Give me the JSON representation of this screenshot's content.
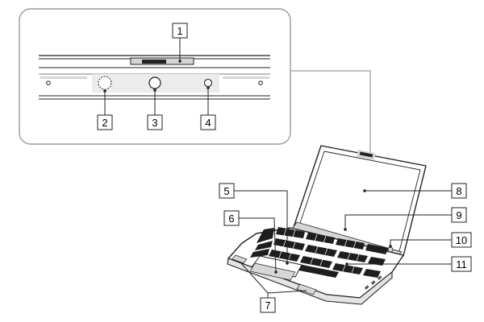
{
  "callouts": [
    {
      "id": "1",
      "label": "1"
    },
    {
      "id": "2",
      "label": "2"
    },
    {
      "id": "3",
      "label": "3"
    },
    {
      "id": "4",
      "label": "4"
    },
    {
      "id": "5",
      "label": "5"
    },
    {
      "id": "6",
      "label": "6"
    },
    {
      "id": "7",
      "label": "7"
    },
    {
      "id": "8",
      "label": "8"
    },
    {
      "id": "9",
      "label": "9"
    },
    {
      "id": "10",
      "label": "10"
    },
    {
      "id": "11",
      "label": "11"
    }
  ],
  "colors": {
    "line": "#222222",
    "inset_border": "#9a9a9a",
    "highlight": "#d6d6d6",
    "key": "#1e1e1e"
  }
}
